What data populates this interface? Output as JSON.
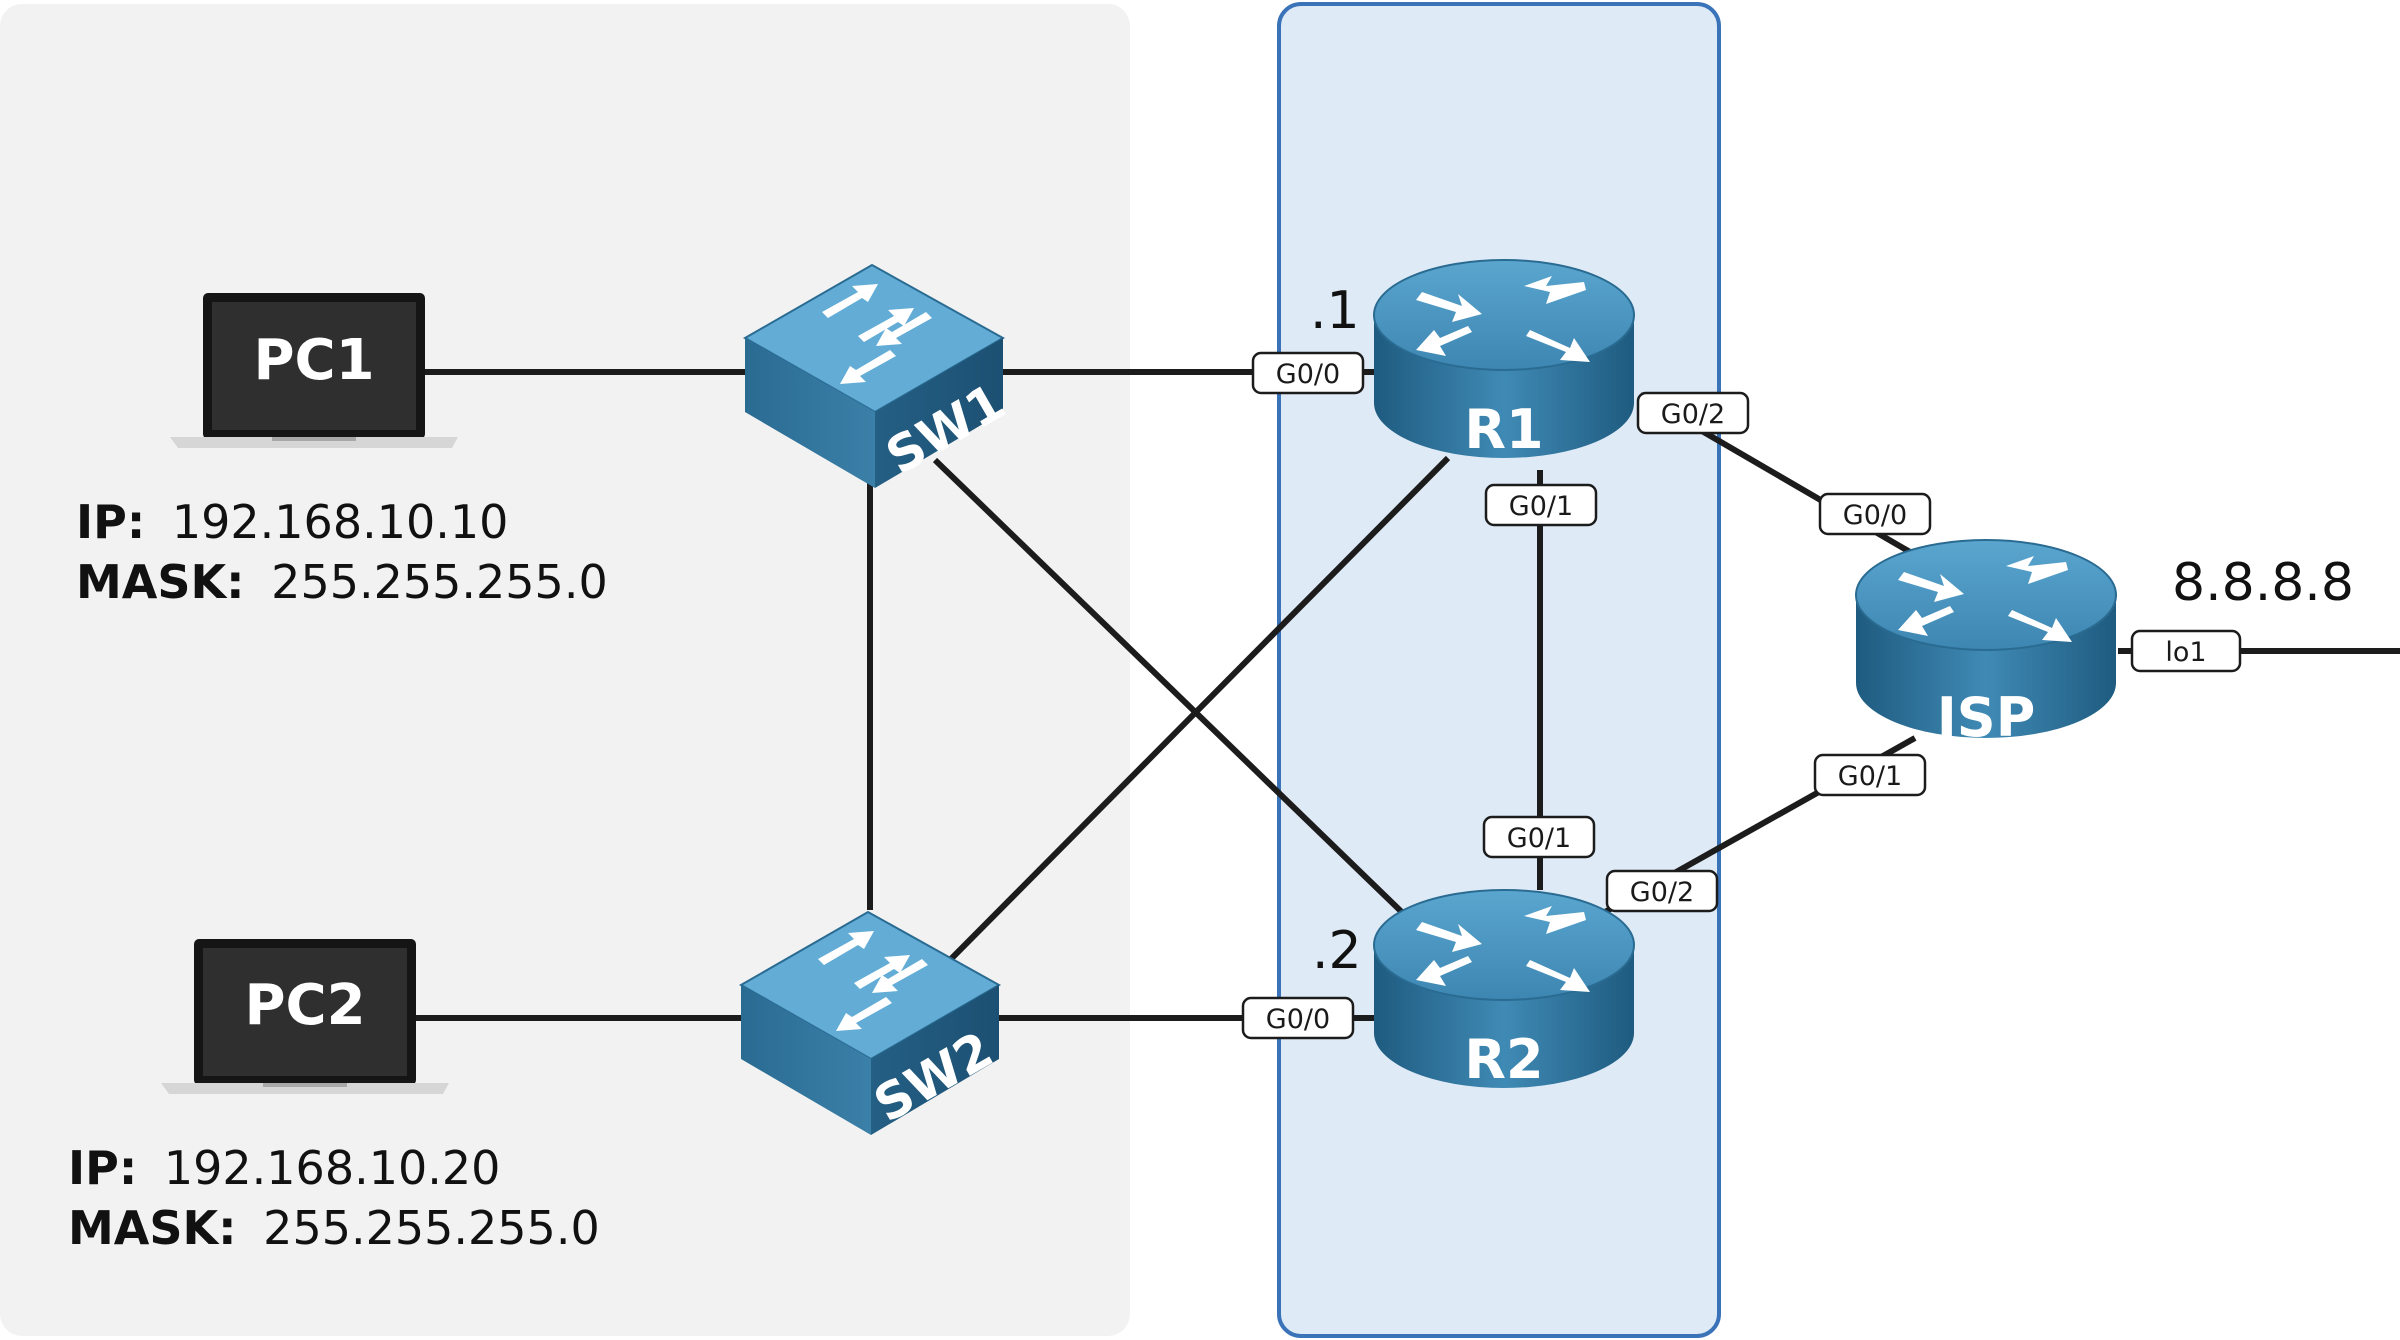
{
  "devices": {
    "pc1": {
      "label": "PC1"
    },
    "pc2": {
      "label": "PC2"
    },
    "sw1": {
      "label": "SW1"
    },
    "sw2": {
      "label": "SW2"
    },
    "r1": {
      "label": "R1"
    },
    "r2": {
      "label": "R2"
    },
    "isp": {
      "label": "ISP"
    }
  },
  "hosts": {
    "pc1": {
      "ip_key": "IP:",
      "ip": "192.168.10.10",
      "mask_key": "MASK:",
      "mask": "255.255.255.0"
    },
    "pc2": {
      "ip_key": "IP:",
      "ip": "192.168.10.20",
      "mask_key": "MASK:",
      "mask": "255.255.255.0"
    }
  },
  "interfaces": {
    "r1_g0_0": "G0/0",
    "r1_g0_1": "G0/1",
    "r1_g0_2": "G0/2",
    "r2_g0_0": "G0/0",
    "r2_g0_1": "G0/1",
    "r2_g0_2": "G0/2",
    "isp_g0_0": "G0/0",
    "isp_g0_1": "G0/1",
    "isp_lo1": "lo1"
  },
  "addresses": {
    "r1_host": ".1",
    "r2_host": ".2",
    "internet": "8.8.8.8"
  },
  "colors": {
    "lan_zone": "#f2f2f2",
    "router_zone_fill": "#deeaf6",
    "router_zone_border": "#3a73b8",
    "device_blue": "#3a7ea6",
    "link": "#1c1c1c"
  }
}
